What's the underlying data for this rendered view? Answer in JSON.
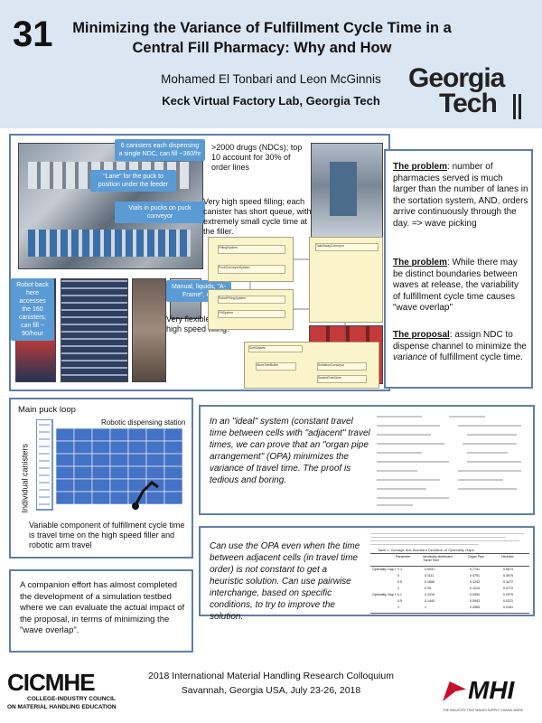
{
  "header": {
    "poster_number": "31",
    "title_line1": "Minimizing the Variance of Fulfillment Cycle Time in a",
    "title_line2": "Central Fill Pharmacy:  Why and How",
    "authors": "Mohamed El Tonbari and Leon McGinnis",
    "lab": "Keck Virtual Factory Lab, Georgia Tech",
    "logo_line1": "Georgia",
    "logo_line2": "Tech"
  },
  "overview": {
    "bubble_canisters": "6 canisters each dispensing a single NDC, can fill ~360/hr",
    "bubble_lane": "\"Lane\" for the puck to position under the feeder",
    "bubble_vials": "Vials in pucks on puck conveyor",
    "drugs_text": ">2000 drugs (NDCs); top 10 account for 30% of order lines",
    "speed_text": "Very high speed filling; each canister has short queue, with extremely small cycle time at the filler.",
    "bubble_robot": "Robot back here accesses the 160 canisters; can fill ~ 90/hour",
    "bubble_manual": "Manual, liquids, \"A-Frame\", etc",
    "flexible_text": "Very flexible but not high speed filling."
  },
  "uml": {
    "label_a": "FillingSystem",
    "label_b": "PuckConveyorSystem",
    "label_c": "TakeAwayConveyor",
    "label_d": "RobotFillingSystem",
    "label_e": "FillSystem",
    "label_f": "SortSystem",
    "label_g": "StoreToteBuffer",
    "label_h": "SortationConveyor",
    "label_i": "SealedToteStore"
  },
  "problem": {
    "p1_head": "The problem",
    "p1_body": ":  number of pharmacies served is much larger than the number of lanes in the sortation system, AND, orders arrive continuously through the day. => wave picking",
    "p2_head": "The problem",
    "p2_body": ": While there may be distinct boundaries between waves at release, the variability of fulfillment cycle time causes \"wave overlap\"",
    "p3_head": "The proposal",
    "p3_body_a": ": assign NDC to dispense channel to minimize the ",
    "p3_italic": "variance",
    "p3_body_b": " of fulfillment cycle time."
  },
  "loop": {
    "main_loop": "Main puck loop",
    "station": "Robotic dispensing station",
    "canisters": "Individual canisters",
    "caption": "Variable component of fulfillment cycle time is travel time on the high speed filler and robotic arm travel"
  },
  "ideal": {
    "text": "In an \"ideal\" system (constant travel time between cells with \"adjacent\" travel times, we can prove that an \"organ pipe arrangement\" (OPA) minimizes the variance of travel time. The proof is tedious and boring."
  },
  "heuristic": {
    "text": "Can use the OPA even when the time between adjacent cells (in travel time order) is not constant to get a heuristic solution. Can use pairwise interchange, based on specific conditions,  to try to improve the solution.",
    "table_caption": "Table 1: Average and Standard Deviation of Optimality Gaps",
    "col_param": "Parameter",
    "col_iid": "Identically distributed Travel Time",
    "col_organ": "Organ Pipe",
    "col_heur": "Heuristic",
    "rows": [
      [
        "Optimality Gap Average",
        "0.1",
        "0.0931",
        "0.7741",
        "0.0674"
      ],
      [
        "",
        "0",
        "0.1111",
        "0.4751",
        "0.3975"
      ],
      [
        "",
        "0.5",
        "0.1666",
        "0.1243",
        "0.1072"
      ],
      [
        "",
        "1",
        "0.25",
        "0.1015",
        "0.0772"
      ],
      [
        "Optimality Gap SD",
        "0.1",
        "0.1016",
        "0.0950",
        "0.0979"
      ],
      [
        "",
        "0.5",
        "0.1444",
        "0.0943",
        "0.0221"
      ],
      [
        "",
        "1",
        "1",
        "0.0965",
        "0.0161"
      ]
    ]
  },
  "companion": {
    "text": "A companion effort has almost completed the development of a simulation testbed where we can evaluate the actual impact of the proposal, in terms of minimizing the \"wave overlap\"."
  },
  "footer": {
    "line1": "2018 International Material Handling Research Colloquium",
    "line2": "Savannah, Georgia USA, July 23-26, 2018",
    "cicmhe": "CICMHE",
    "cicmhe_sub1": "COLLEGE-INDUSTRY COUNCIL",
    "cicmhe_sub2": "ON MATERIAL HANDLING EDUCATION",
    "mhi": "MHI",
    "mhi_tag": "THE INDUSTRY THAT MAKES SUPPLY CHAINS WORK"
  },
  "colors": {
    "header_bg": "#dbe6f3",
    "panel_border": "#5e7fa8",
    "bubble": "#5b9bd5",
    "grid_cell": "#4472c4"
  }
}
